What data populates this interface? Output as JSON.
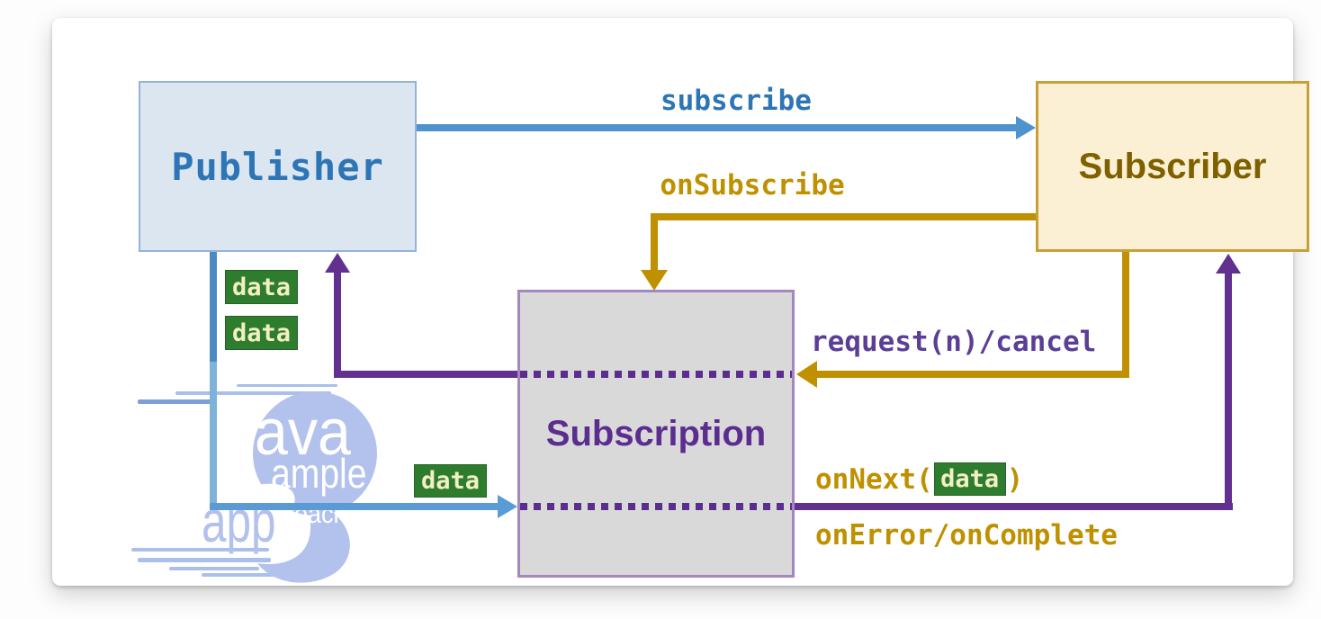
{
  "boxes": {
    "publisher": "Publisher",
    "subscriber": "Subscriber",
    "subscription": "Subscription"
  },
  "labels": {
    "subscribe": "subscribe",
    "on_subscribe": "onSubscribe",
    "request_cancel": "request(n)/cancel",
    "on_next_prefix": "onNext(",
    "on_next_suffix": ")",
    "on_error_complete": "onError/onComplete"
  },
  "badges": [
    "data",
    "data",
    "data",
    "data"
  ],
  "watermark": {
    "ava": "ava",
    "ample": "ample",
    "app": "app",
    "roach": "roach"
  },
  "colors": {
    "blue_arrow": "#4f93ce",
    "blue_text": "#2e75b6",
    "gold_arrow": "#bf9000",
    "gold_text": "#bf9000",
    "purple_arrow": "#62318f",
    "purple_text": "#5b3e96",
    "green_badge": "#2e7d2e",
    "publisher_fill": "#dce6f1",
    "subscriber_fill": "#fbf0d3",
    "subscription_fill": "#d9d9d9",
    "watermark_blue": "#b3c1ed"
  }
}
